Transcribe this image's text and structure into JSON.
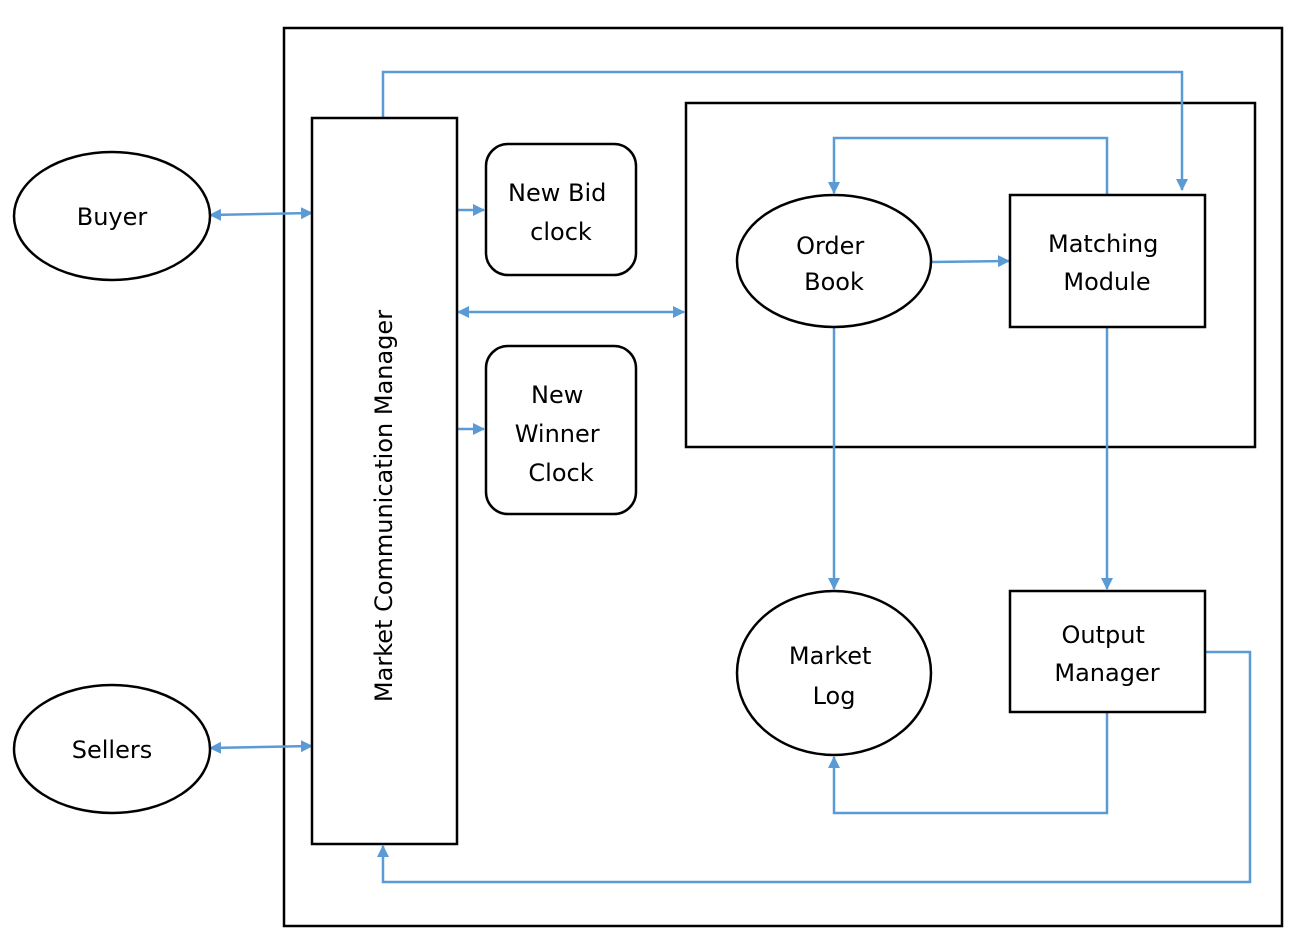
{
  "nodes": {
    "buyer": {
      "label": "Buyer"
    },
    "sellers": {
      "label": "Sellers"
    },
    "market_communication_manager": {
      "label": "Market Communication Manager"
    },
    "new_bid_clock": {
      "lines": [
        "New Bid",
        "clock"
      ]
    },
    "new_winner_clock": {
      "lines": [
        "New",
        "Winner",
        "Clock"
      ]
    },
    "order_book": {
      "lines": [
        "Order",
        "Book"
      ]
    },
    "matching_module": {
      "lines": [
        "Matching",
        "Module"
      ]
    },
    "market_log": {
      "lines": [
        "Market",
        "Log"
      ]
    },
    "output_manager": {
      "lines": [
        "Output",
        "Manager"
      ]
    }
  },
  "colors": {
    "connector": "#5b9bd5",
    "outline": "#000000"
  }
}
